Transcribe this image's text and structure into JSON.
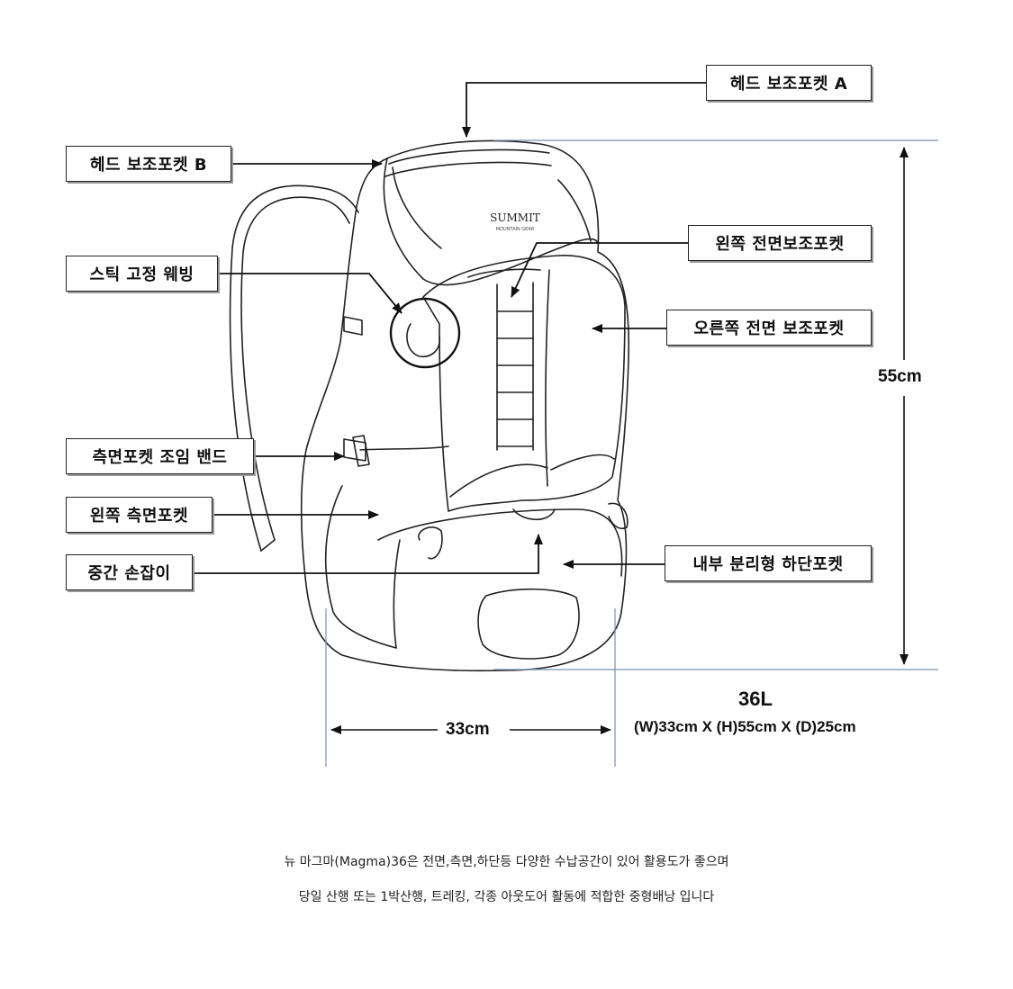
{
  "labels": {
    "head_pocket_a": "헤드 보조포켓 A",
    "head_pocket_b": "헤드 보조포켓 B",
    "stick_webbing": "스틱 고정 웨빙",
    "left_front_pocket": "왼쪽 전면보조포켓",
    "right_front_pocket": "오른쪽 전면 보조포켓",
    "side_band": "측면포켓 조임 밴드",
    "left_side_pocket": "왼쪽 측면포켓",
    "middle_handle": "중간 손잡이",
    "bottom_pocket": "내부 분리형 하단포켓"
  },
  "brand": {
    "logo_main": "SUMMIT",
    "logo_sub": "MOUNTAIN GEAR"
  },
  "dimensions": {
    "height": "55cm",
    "width": "33cm",
    "volume": "36L",
    "full": "(W)33cm X (H)55cm X (D)25cm"
  },
  "description": {
    "line1": "뉴 마그마(Magma)36은 전면,측면,하단등 다양한 수납공간이 있어 활용도가 좋으며",
    "line2": "당일 산행 또는 1박산행, 트레킹, 각종 아웃도어 활동에 적합한 중형배낭 입니다"
  }
}
